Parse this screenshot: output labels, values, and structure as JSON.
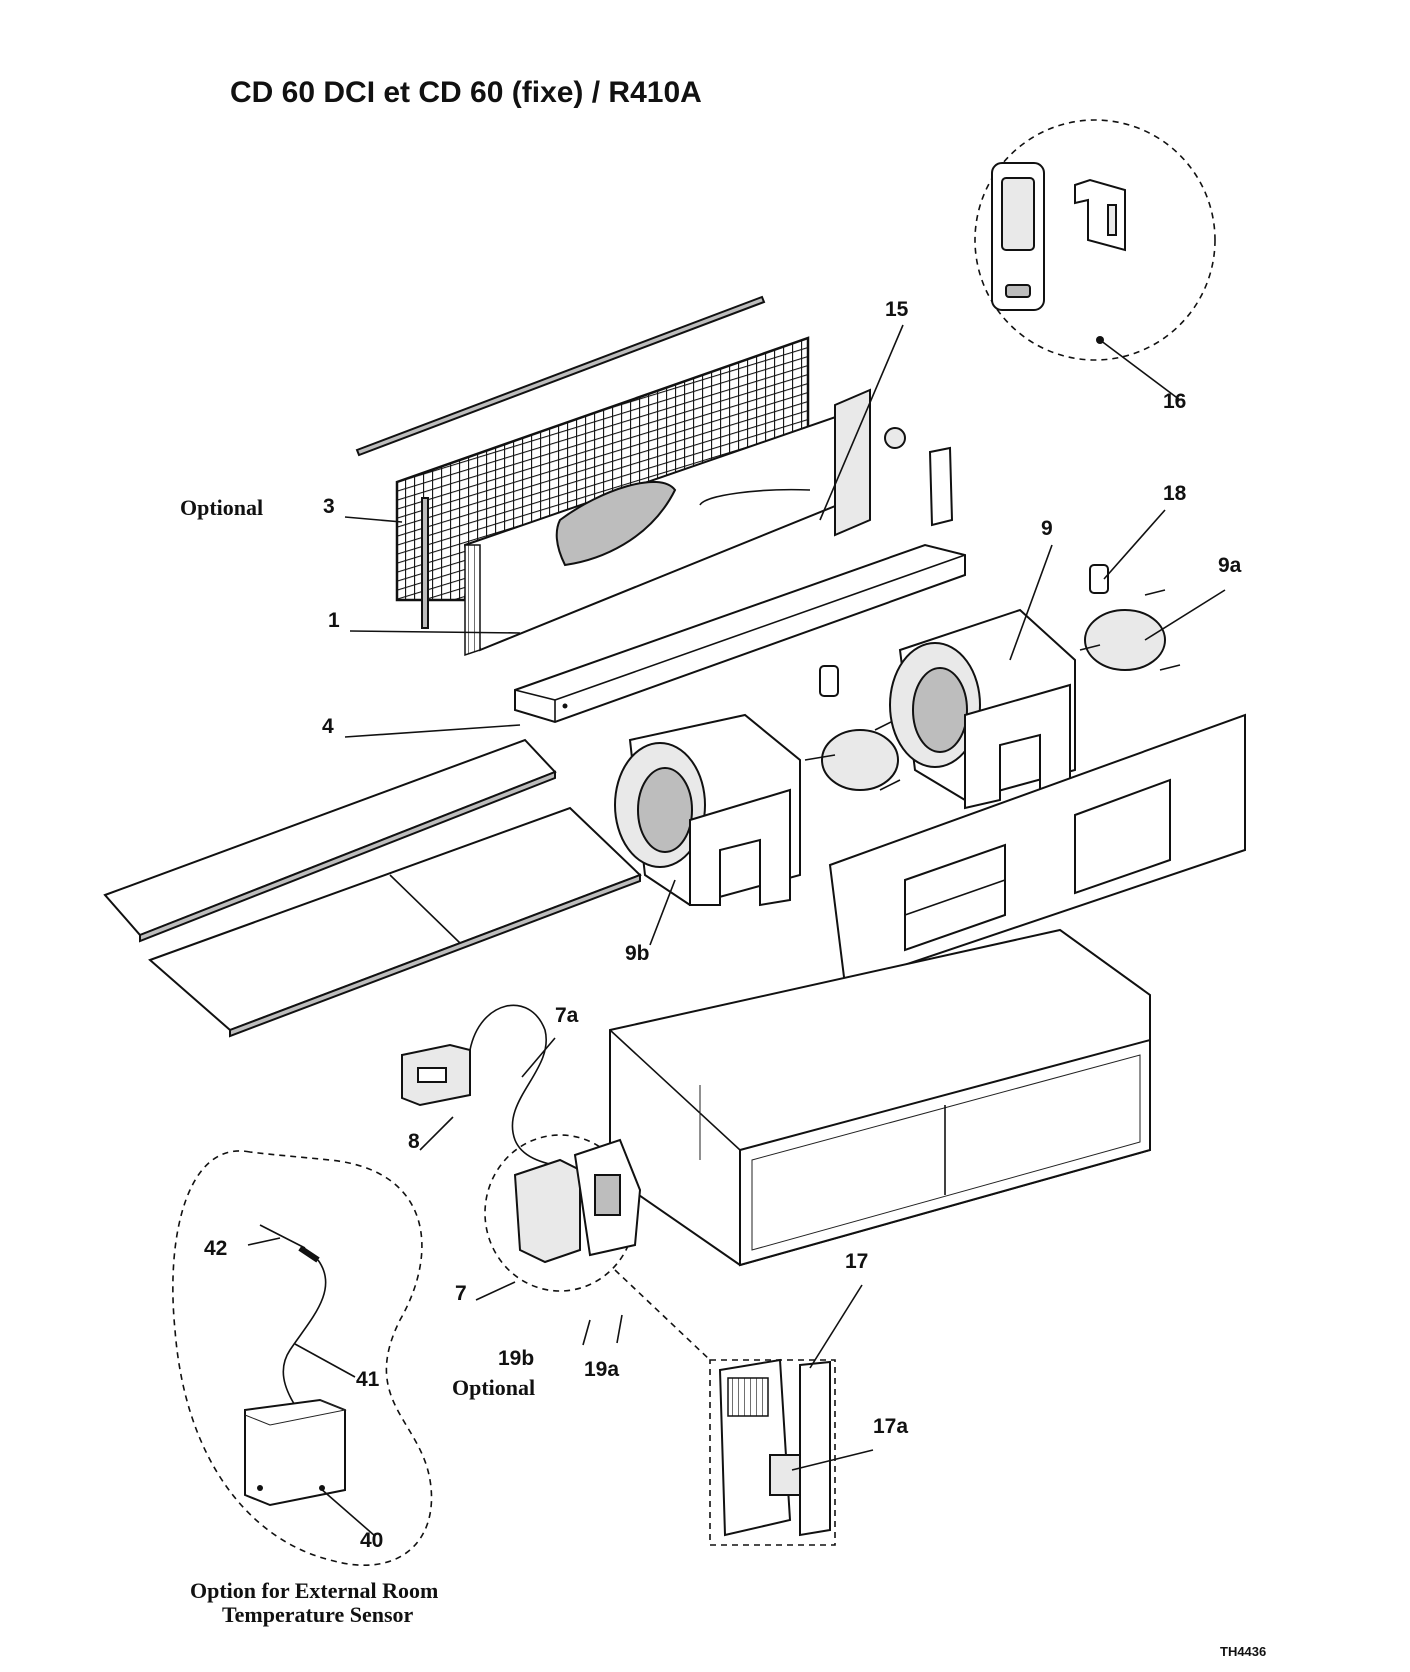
{
  "title": "CD 60 DCI et CD 60 (fixe) / R410A",
  "drawing_code": "TH4436",
  "notes": {
    "optional_left": "Optional",
    "optional_bottom": "Optional",
    "sensor_option_line1": "Option for External Room",
    "sensor_option_line2": "Temperature Sensor"
  },
  "callouts": {
    "p1": "1",
    "p3": "3",
    "p4": "4",
    "p7": "7",
    "p7a": "7a",
    "p8": "8",
    "p9": "9",
    "p9a": "9a",
    "p9b": "9b",
    "p15": "15",
    "p16": "16",
    "p17": "17",
    "p17a": "17a",
    "p18": "18",
    "p19a": "19a",
    "p19b": "19b",
    "p40": "40",
    "p41": "41",
    "p42": "42"
  },
  "colors": {
    "ink": "#111111",
    "paper": "#ffffff",
    "shade": "#bdbdbd"
  }
}
